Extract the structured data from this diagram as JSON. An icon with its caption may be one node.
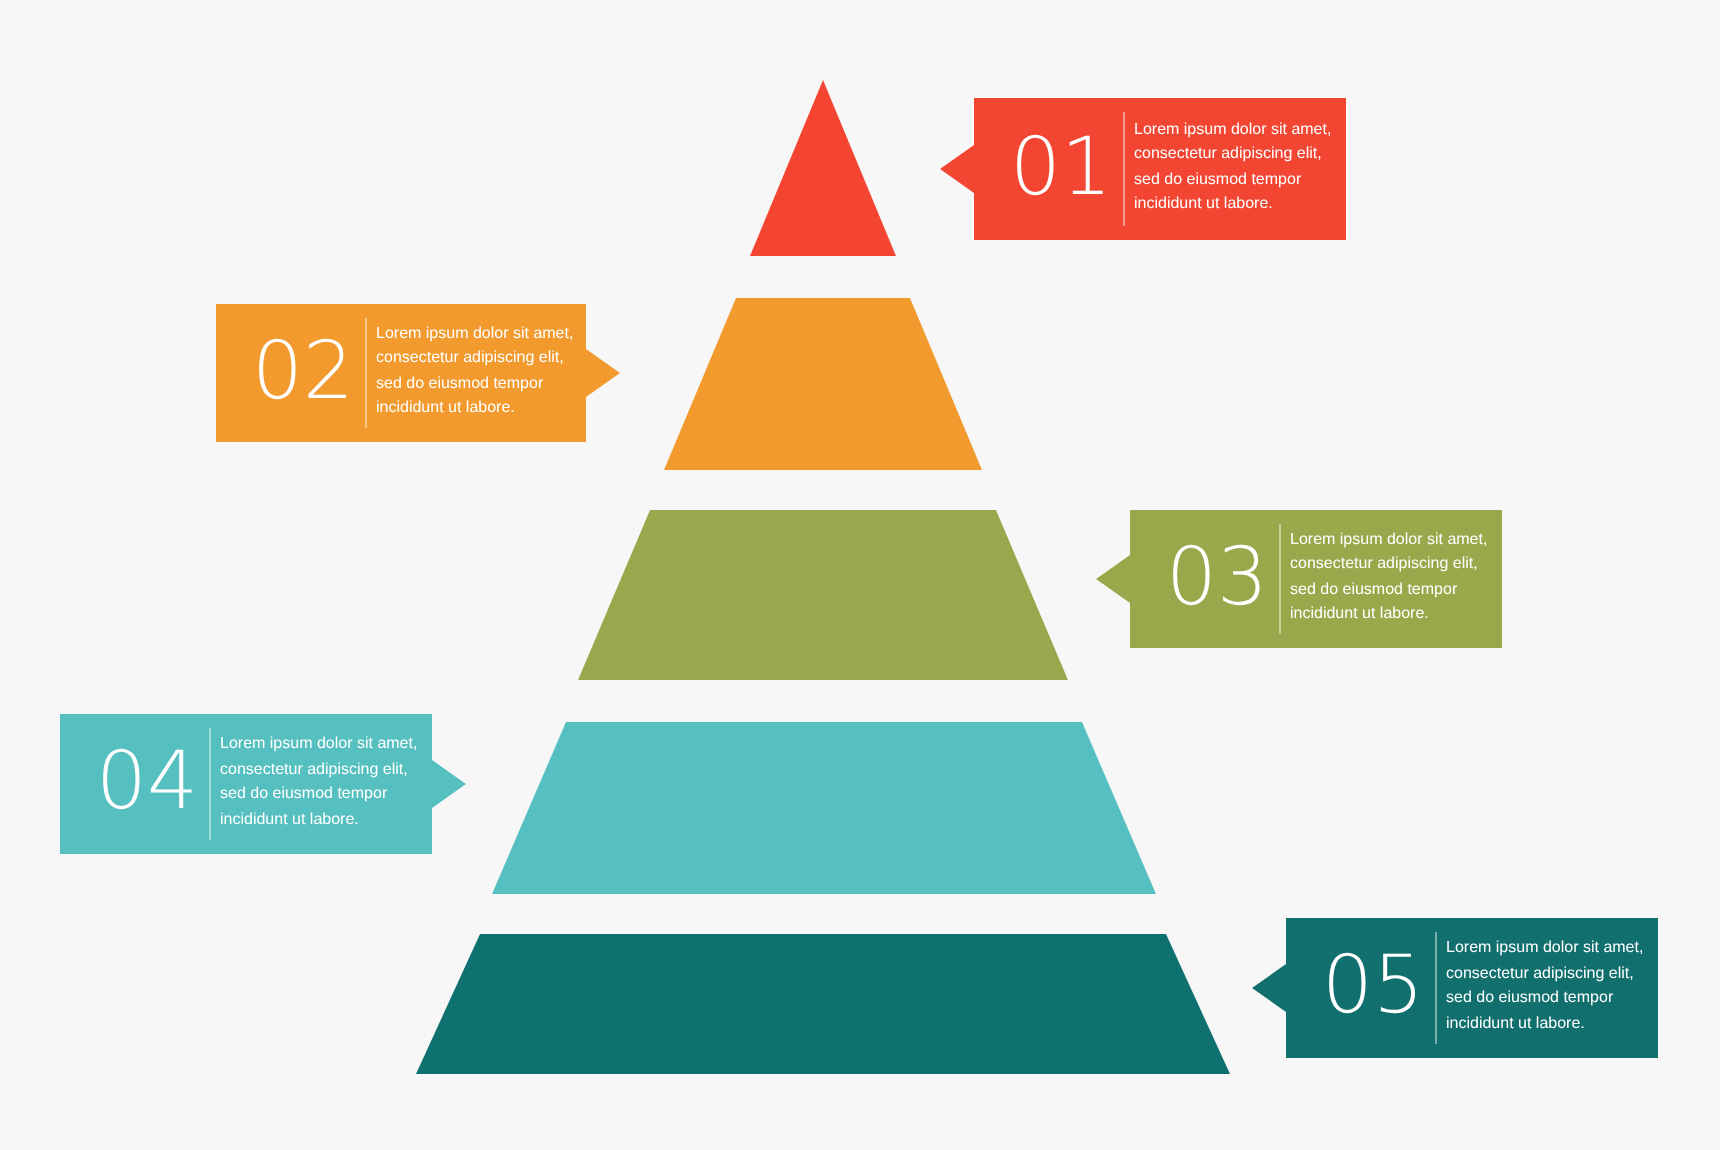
{
  "diagram": {
    "nodes": [
      {
        "text": [],
        "shape": "triangle"
      },
      {
        "text": [],
        "shape": "trapezoid"
      },
      {
        "text": [],
        "shape": "trapezoid"
      },
      {
        "text": [],
        "shape": "trapezoid"
      },
      {
        "text": [],
        "shape": "trapezoid"
      },
      {
        "text": [
          "01",
          "Lorem ipsum dolor sit amet, consectetur adipiscing elit, sed do eiusmod tempor incididunt ut labore."
        ]
      },
      {
        "text": [
          "02",
          "Lorem ipsum dolor sit amet, consectetur adipiscing elit, sed do eiusmod tempor incididunt ut labore."
        ]
      },
      {
        "text": [
          "03",
          "Lorem ipsum dolor sit amet, consectetur adipiscing elit, sed do eiusmod tempor incididunt ut labore."
        ]
      },
      {
        "text": [
          "04",
          "Lorem ipsum dolor sit amet, consectetur adipiscing elit, sed do eiusmod tempor incididunt ut labore."
        ]
      },
      {
        "text": [
          "05",
          "Lorem ipsum dolor sit amet, consectetur adipiscing elit, sed do eiusmod tempor incididunt ut labore."
        ]
      }
    ]
  }
}
